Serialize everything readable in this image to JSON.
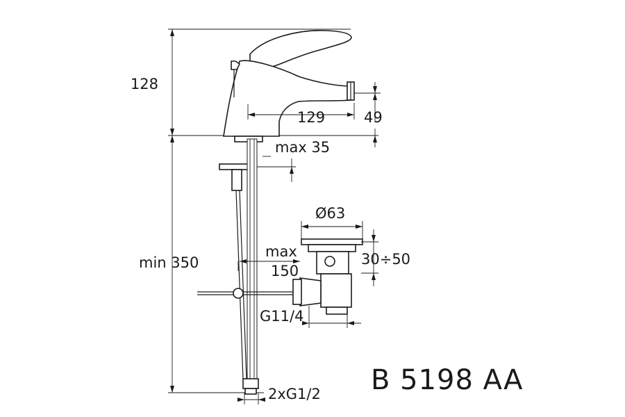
{
  "drawing": {
    "model_code": "B 5198 AA",
    "dimensions": {
      "height_top": "128",
      "spout_reach": "129",
      "outlet_height": "49",
      "max_deck": "max 35",
      "min_length": "min 350",
      "waste_diameter": "Ø63",
      "max_label": "max",
      "max_value": "150",
      "waste_range": "30÷50",
      "thread_waste": "G11/4",
      "thread_inlets": "2xG1/2"
    }
  }
}
